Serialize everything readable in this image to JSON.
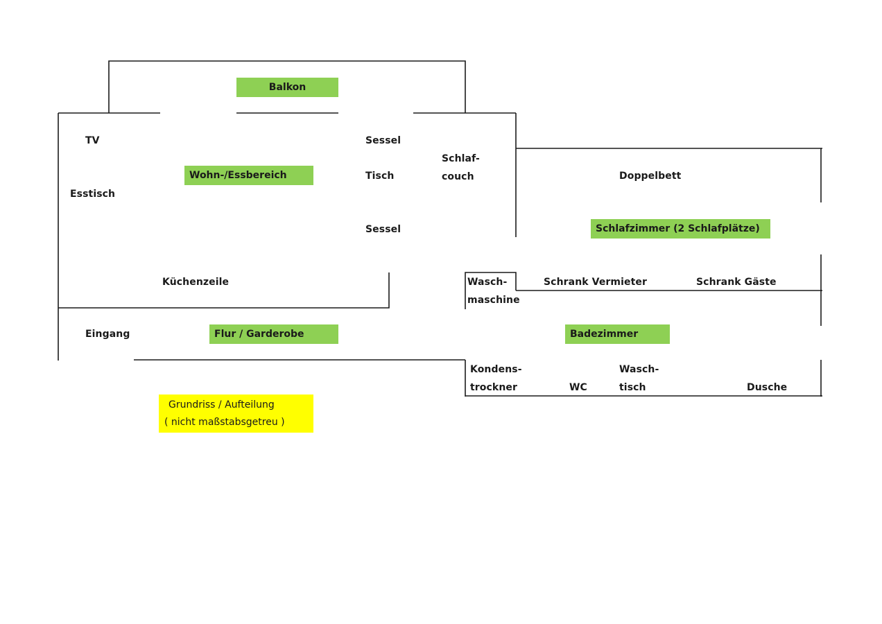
{
  "colors": {
    "room_label_bg": "#8ed054",
    "note_bg": "#ffff00",
    "wall": "#1a1a1a"
  },
  "rooms": {
    "balkon": "Balkon",
    "wohn": "Wohn-/Essbereich",
    "schlafzimmer": "Schlafzimmer (2 Schlafplätze)",
    "flur": "Flur / Garderobe",
    "badezimmer": "Badezimmer"
  },
  "furniture": {
    "tv": "TV",
    "esstisch": "Esstisch",
    "sessel_top": "Sessel",
    "tisch": "Tisch",
    "sessel_bottom": "Sessel",
    "schlafcouch_line1": "Schlaf-",
    "schlafcouch_line2": "couch",
    "doppelbett": "Doppelbett",
    "kuechenzeile": "Küchenzeile",
    "waschmaschine_line1": "Wasch-",
    "waschmaschine_line2": "maschine",
    "schrank_vermieter": "Schrank Vermieter",
    "schrank_gaeste": "Schrank Gäste",
    "eingang": "Eingang",
    "kondenstrockner_line1": "Kondens-",
    "kondenstrockner_line2": "trockner",
    "wc": "WC",
    "waschtisch_line1": "Wasch-",
    "waschtisch_line2": "tisch",
    "dusche": "Dusche"
  },
  "note": {
    "line1": "Grundriss / Aufteilung",
    "line2": "( nicht maßstabsgetreu )"
  }
}
